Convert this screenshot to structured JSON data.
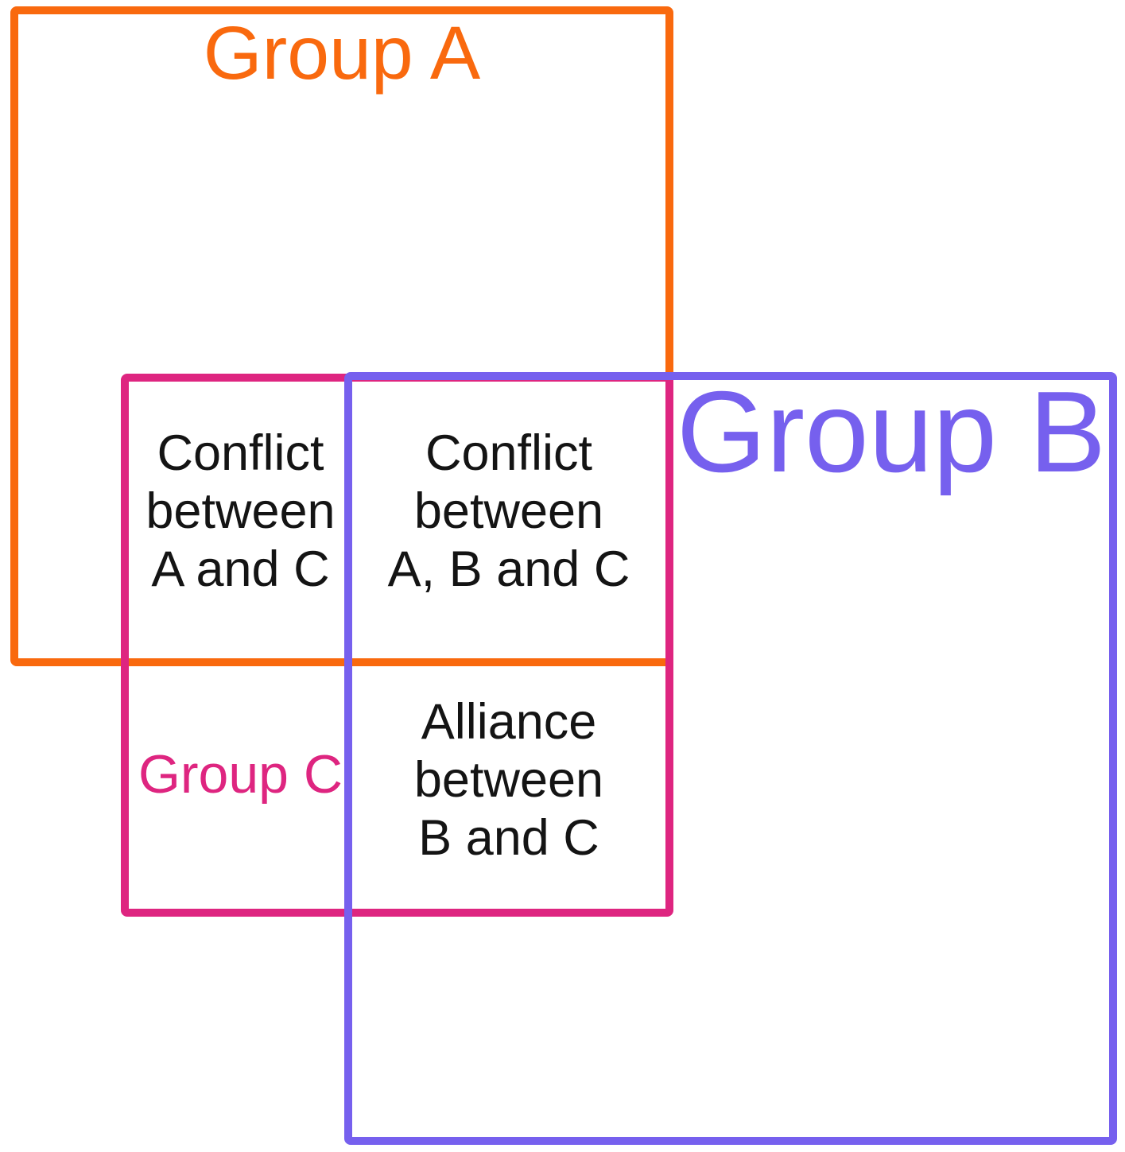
{
  "diagram": {
    "background": "#ffffff",
    "text_color": "#141414",
    "groups": [
      {
        "id": "a",
        "label": "Group A",
        "color": "#F9690E"
      },
      {
        "id": "b",
        "label": "Group B",
        "color": "#7660EE"
      },
      {
        "id": "c",
        "label": "Group C",
        "color": "#DE2580"
      }
    ],
    "regions": [
      {
        "id": "a-c",
        "members": "A and C",
        "label": "Conflict\nbetween\nA and C"
      },
      {
        "id": "a-b-c",
        "members": "A, B and C",
        "label": "Conflict\nbetween\nA, B and C"
      },
      {
        "id": "b-c",
        "members": "B and C",
        "label": "Alliance\nbetween\nB and C"
      }
    ]
  }
}
